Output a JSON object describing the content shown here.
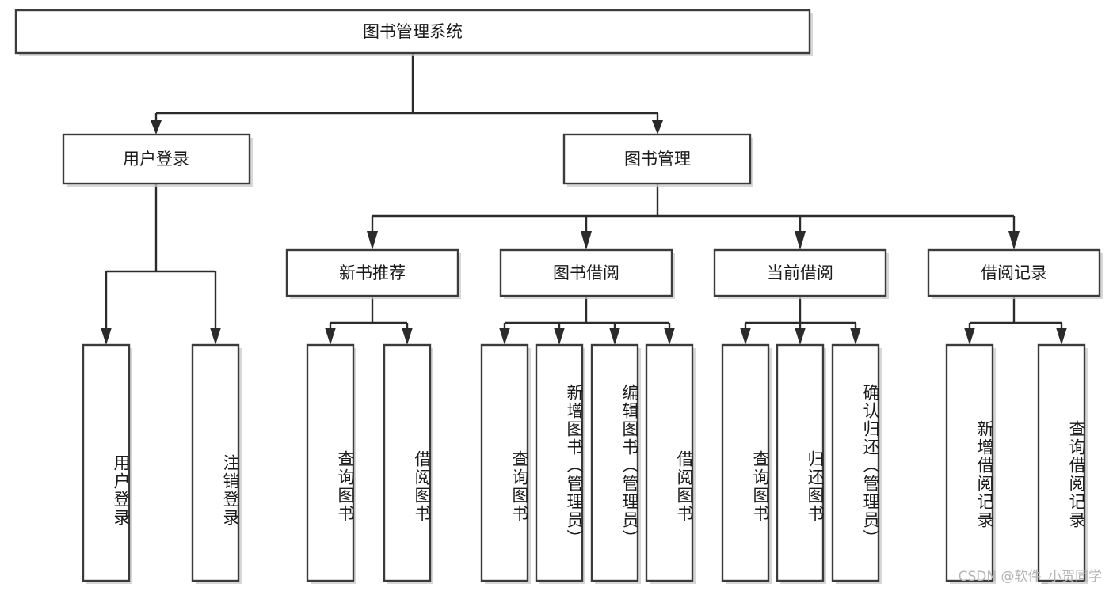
{
  "diagram": {
    "type": "tree",
    "title": "图书管理系统",
    "watermark": "CSDN @软件_小贺同学",
    "colors": {
      "box_fill": "#ffffff",
      "box_stroke": "#3b3b3b",
      "connector": "#2b2b2b",
      "text": "#1a1a1a",
      "watermark": "#b4b4b4"
    },
    "root": {
      "label": "图书管理系统"
    },
    "level2": [
      {
        "label": "用户登录"
      },
      {
        "label": "图书管理"
      }
    ],
    "level3": [
      {
        "label": "新书推荐"
      },
      {
        "label": "图书借阅"
      },
      {
        "label": "当前借阅"
      },
      {
        "label": "借阅记录"
      }
    ],
    "leaves": {
      "user_login": [
        {
          "label": "用户登录"
        },
        {
          "label": "注销登录"
        }
      ],
      "new_book_recommend": [
        {
          "label": "查询图书"
        },
        {
          "label": "借阅图书"
        }
      ],
      "book_borrow": [
        {
          "label": "查询图书"
        },
        {
          "label": "新增图书（管理员）"
        },
        {
          "label": "编辑图书（管理员）"
        },
        {
          "label": "借阅图书"
        }
      ],
      "current_borrow": [
        {
          "label": "查询图书"
        },
        {
          "label": "归还图书"
        },
        {
          "label": "确认归还（管理员）"
        }
      ],
      "borrow_record": [
        {
          "label": "新增借阅记录"
        },
        {
          "label": "查询借阅记录"
        }
      ]
    }
  }
}
